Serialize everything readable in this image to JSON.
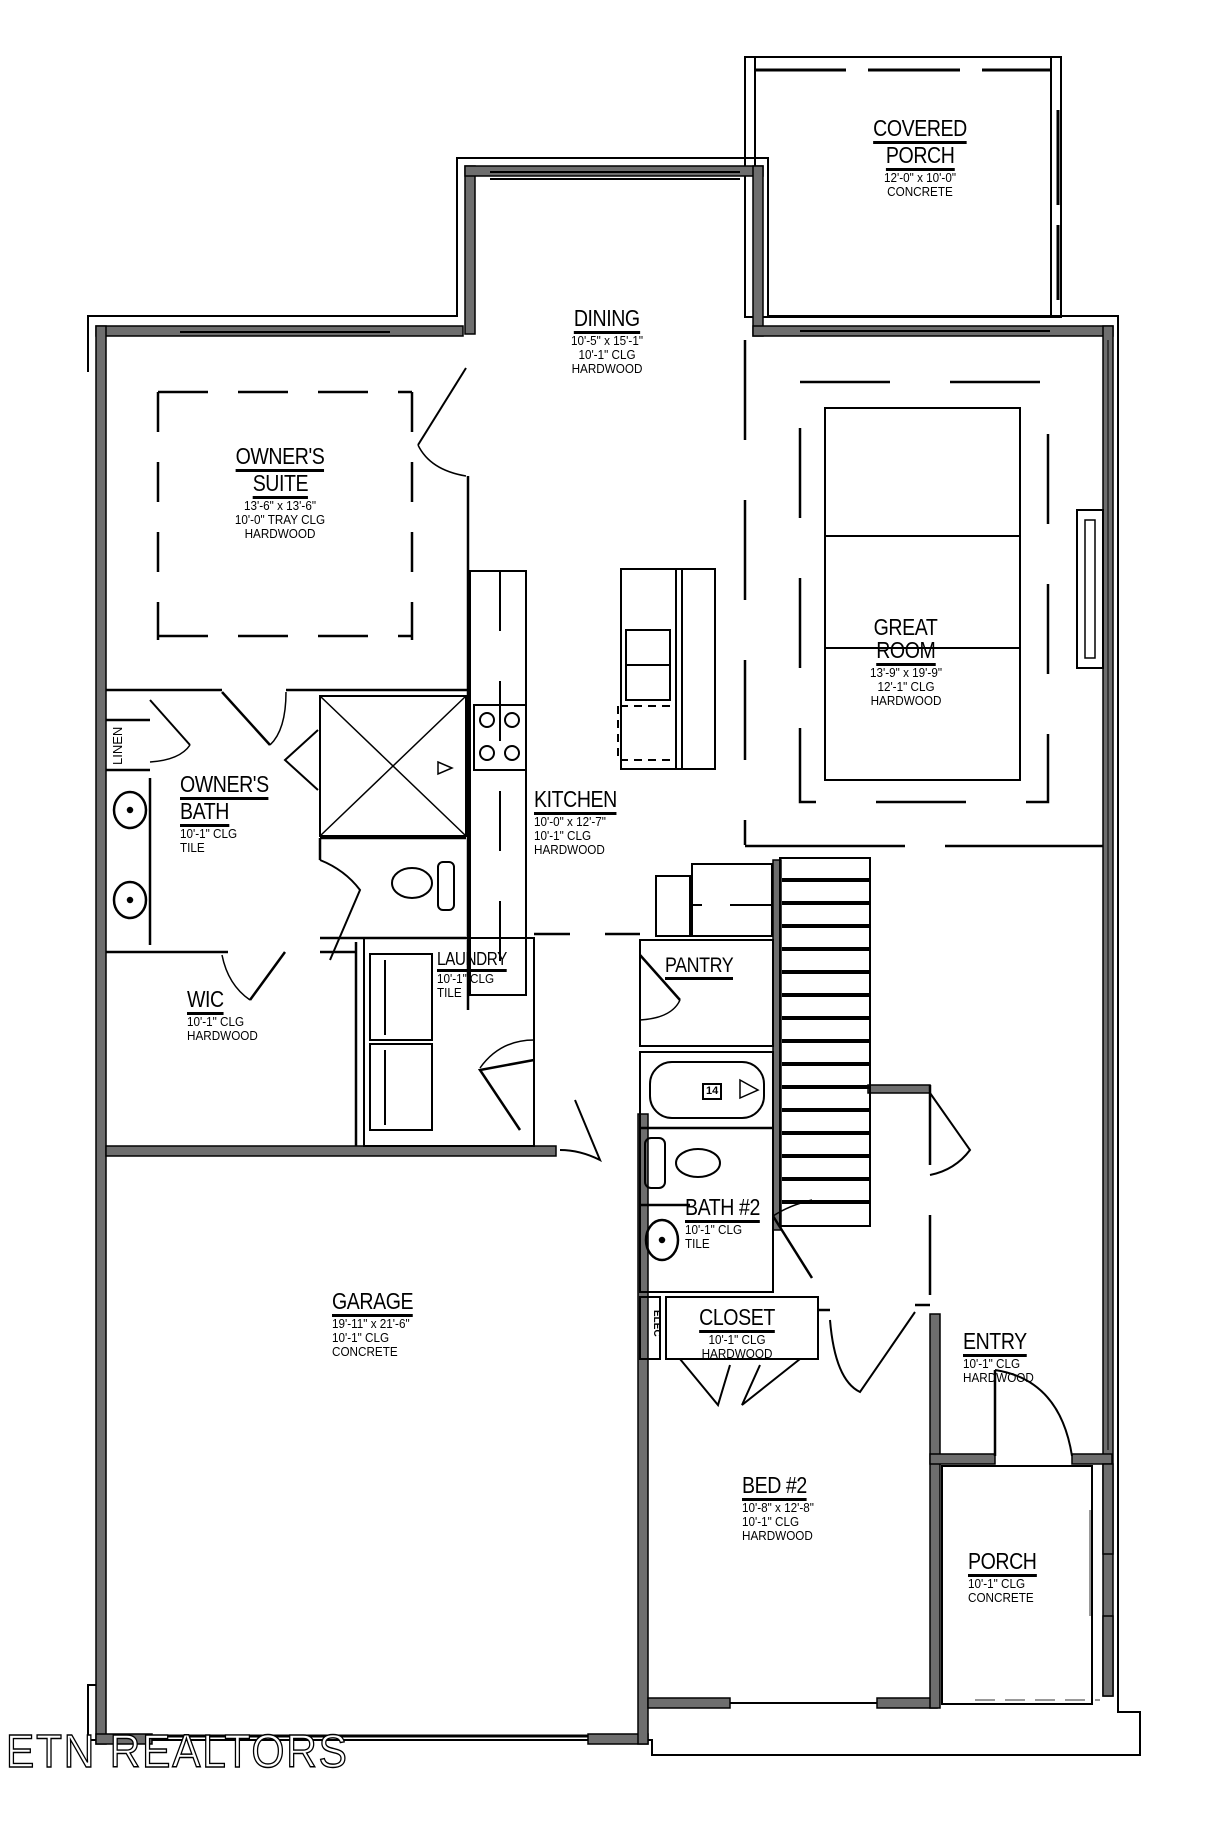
{
  "plan": {
    "type": "floor-plan",
    "wall_color": "#6e6e6e",
    "line_color": "#000000",
    "rooms": [
      {
        "id": "covered-porch",
        "name": [
          "COVERED",
          "PORCH"
        ],
        "dims": "12'-0\" x 10'-0\"",
        "ceiling": "",
        "floor": "CONCRETE"
      },
      {
        "id": "dining",
        "name": [
          "DINING"
        ],
        "dims": "10'-5\" x 15'-1\"",
        "ceiling": "10'-1\" CLG",
        "floor": "HARDWOOD"
      },
      {
        "id": "owners-suite",
        "name": [
          "OWNER'S",
          "SUITE"
        ],
        "dims": "13'-6\" x 13'-6\"",
        "ceiling": "10'-0\" TRAY CLG",
        "floor": "HARDWOOD"
      },
      {
        "id": "great-room",
        "name": [
          "GREAT",
          "ROOM"
        ],
        "dims": "13'-9\" x 19'-9\"",
        "ceiling": "12'-1\" CLG",
        "floor": "HARDWOOD"
      },
      {
        "id": "owners-bath",
        "name": [
          "OWNER'S",
          "BATH"
        ],
        "dims": "",
        "ceiling": "10'-1\" CLG",
        "floor": "TILE"
      },
      {
        "id": "kitchen",
        "name": [
          "KITCHEN"
        ],
        "dims": "10'-0\" x 12'-7\"",
        "ceiling": "10'-1\" CLG",
        "floor": "HARDWOOD"
      },
      {
        "id": "laundry",
        "name": [
          "LAUNDRY"
        ],
        "dims": "",
        "ceiling": "10'-1\" CLG",
        "floor": "TILE"
      },
      {
        "id": "pantry",
        "name": [
          "PANTRY"
        ],
        "dims": "",
        "ceiling": "",
        "floor": ""
      },
      {
        "id": "wic",
        "name": [
          "WIC"
        ],
        "dims": "",
        "ceiling": "10'-1\" CLG",
        "floor": "HARDWOOD"
      },
      {
        "id": "bath-2",
        "name": [
          "BATH #2"
        ],
        "dims": "",
        "ceiling": "10'-1\" CLG",
        "floor": "TILE"
      },
      {
        "id": "garage",
        "name": [
          "GARAGE"
        ],
        "dims": "19'-11\" x 21'-6\"",
        "ceiling": "10'-1\" CLG",
        "floor": "CONCRETE"
      },
      {
        "id": "closet",
        "name": [
          "CLOSET"
        ],
        "dims": "",
        "ceiling": "10'-1\" CLG",
        "floor": "HARDWOOD"
      },
      {
        "id": "entry",
        "name": [
          "ENTRY"
        ],
        "dims": "",
        "ceiling": "10'-1\" CLG",
        "floor": "HARDWOOD"
      },
      {
        "id": "bed-2",
        "name": [
          "BED #2"
        ],
        "dims": "10'-8\" x 12'-8\"",
        "ceiling": "10'-1\" CLG",
        "floor": "HARDWOOD"
      },
      {
        "id": "porch",
        "name": [
          "PORCH"
        ],
        "dims": "",
        "ceiling": "10'-1\" CLG",
        "floor": "CONCRETE"
      }
    ],
    "fixtures": {
      "linen_label": "LINEN",
      "tub_number": "14",
      "electrical_panel_label": "ELEC"
    }
  },
  "watermark": "ETN REALTORS"
}
